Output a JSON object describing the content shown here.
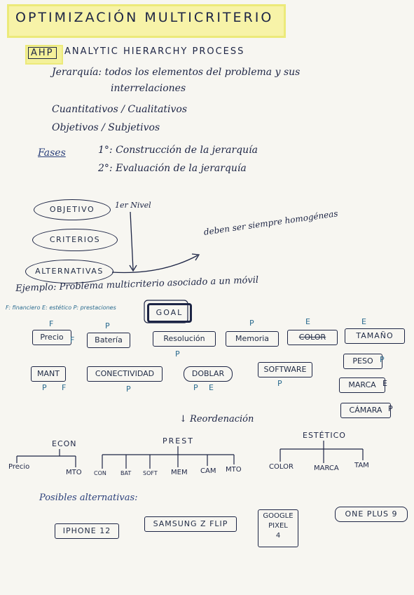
{
  "title": "OPTIMIZACIÓN  MULTICRITERIO",
  "ahp": {
    "tag": "AHP",
    "name": "ANALYTIC  HIERARCHY  PROCESS",
    "jerarquia_line1": "Jerarquía: todos los elementos del problema y sus",
    "jerarquia_line2": "interrelaciones",
    "cuanti": "Cuantitativos / Cualitativos",
    "objetivos": "Objetivos  /  Subjetivos",
    "fases_label": "Fases",
    "fase1": "1°: Construcción de la jerarquía",
    "fase2": "2°: Evaluación de la jerarquía"
  },
  "levels": {
    "objetivo": "OBJETIVO",
    "nivel": "1er Nivel",
    "criterios": "CRITERIOS",
    "alternativas": "ALTERNATIVAS",
    "homog": "deben ser siempre homogéneas"
  },
  "ejemplo": {
    "title": "Ejemplo: Problema multicriterio asociado a un móvil",
    "sub": "F: financiero  E: estético  P: prestaciones",
    "goal": "GOAL",
    "criteria": {
      "precio": "Precio",
      "bateria": "Batería",
      "resolucion": "Resolución",
      "memoria": "Memoria",
      "color": "COLOR",
      "tamano": "TAMAÑO",
      "mant": "MANT",
      "conectividad": "CONECTIVIDAD",
      "doblar": "DOBLAR",
      "software": "SOFTWARE",
      "peso": "PESO",
      "marca": "MARCA",
      "camara": "CÁMARA"
    },
    "tags": {
      "precio_top": "F",
      "precio_right": "F",
      "bateria": "P",
      "resolucion": "P",
      "memoria": "P",
      "color": "E",
      "tamano": "E",
      "mant_p": "P",
      "mant_f": "F",
      "conectividad": "P",
      "doblar_p": "P",
      "doblar_e": "E",
      "software": "P",
      "peso": "P",
      "marca": "E",
      "camara": "P"
    }
  },
  "reorden": {
    "label": "Reordenación",
    "groups": {
      "econ": "ECON",
      "prest": "PREST",
      "estetico": "ESTÉTICO"
    },
    "leaves": {
      "precio": "Precio",
      "mto1": "MTO",
      "con": "CON",
      "bat": "BAT",
      "soft": "SOFT",
      "mem": "MEM",
      "cam": "CAM",
      "mto2": "MTO",
      "color": "COLOR",
      "marca": "MARCA",
      "tam": "TAM"
    }
  },
  "alternativas": {
    "label": "Posibles alternativas:",
    "iphone": "IPHONE 12",
    "samsung": "SAMSUNG Z FLIP",
    "google_l1": "GOOGLE",
    "google_l2": "PIXEL",
    "google_l3": "4",
    "oneplus": "ONE PLUS 9"
  },
  "colors": {
    "ink": "#1d2545",
    "highlight": "#f4f19a",
    "blue_ink": "#2a6b8f",
    "paper": "#f7f6f1"
  }
}
